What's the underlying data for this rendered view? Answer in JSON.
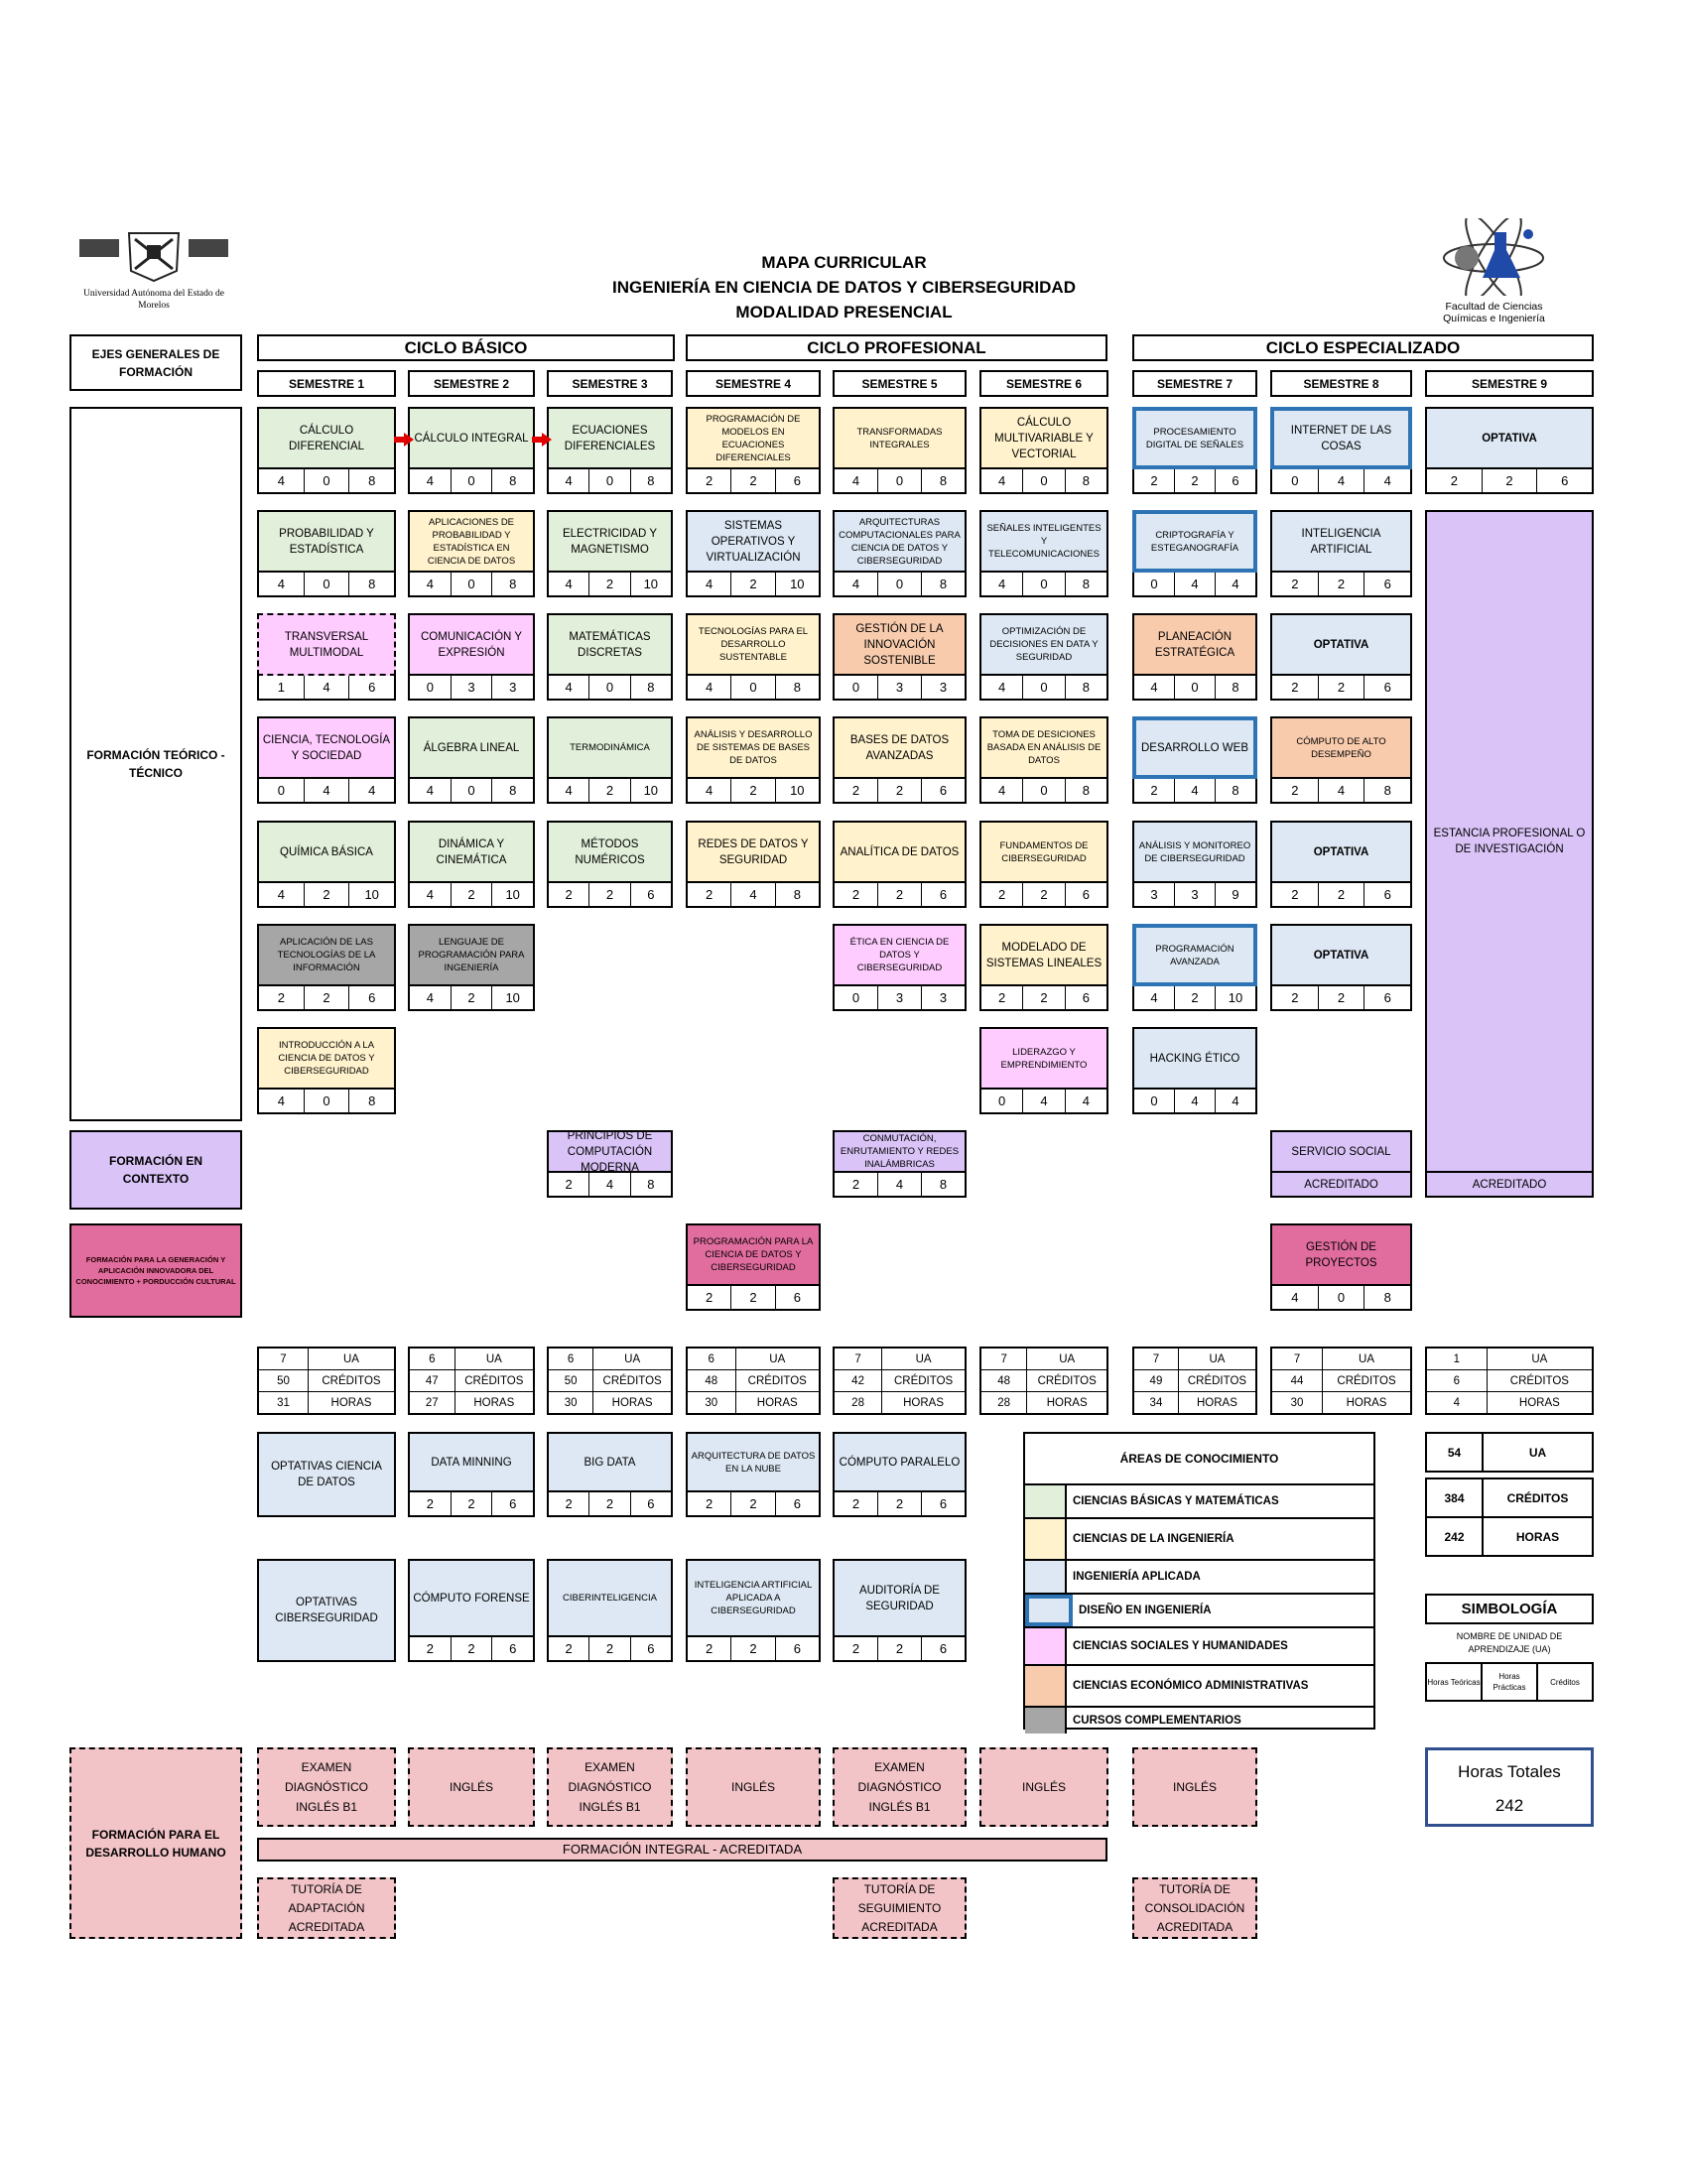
{
  "header": {
    "title1": "MAPA CURRICULAR",
    "title2": "INGENIERÍA EN CIENCIA DE DATOS Y CIBERSEGURIDAD",
    "title3": "MODALIDAD PRESENCIAL",
    "left_logo_text": "Universidad Autónoma del Estado de Morelos",
    "right_logo_text": "Facultad de Ciencias Químicas e Ingeniería"
  },
  "axes": {
    "ejes": "EJES GENERALES DE FORMACIÓN",
    "teorico": "FORMACIÓN TEÓRICO - TÉCNICO",
    "contexto": "FORMACIÓN EN CONTEXTO",
    "generacion": "FORMACIÓN PARA LA GENERACIÓN Y APLICACIÓN INNOVADORA DEL CONOCIMIENTO + PORDUCCIÓN CULTURAL",
    "humano": "FORMACIÓN PARA EL DESARROLLO HUMANO"
  },
  "cycles": {
    "basico": "CICLO BÁSICO",
    "profesional": "CICLO PROFESIONAL",
    "especializado": "CICLO ESPECIALIZADO"
  },
  "semesters": [
    "SEMESTRE 1",
    "SEMESTRE 2",
    "SEMESTRE 3",
    "SEMESTRE 4",
    "SEMESTRE 5",
    "SEMESTRE 6",
    "SEMESTRE 7",
    "SEMESTRE 8",
    "SEMESTRE 9"
  ],
  "colors": {
    "basicas": "#e2efda",
    "ingenieria": "#fff2cc",
    "aplicada": "#dde8f4",
    "diseno": "#2e74b5",
    "sociales": "#ffccff",
    "economico": "#f8cbad",
    "complementarios": "#a6a6a6",
    "contexto": "#d9c3f7",
    "generacion": "#e06d9e",
    "humano": "#f2c4c8"
  },
  "courses": {
    "s1": [
      {
        "name": "CÁLCULO DIFERENCIAL",
        "h": [
          "4",
          "0",
          "8"
        ]
      },
      {
        "name": "PROBABILIDAD Y ESTADÍSTICA",
        "h": [
          "4",
          "0",
          "8"
        ]
      },
      {
        "name": "TRANSVERSAL MULTIMODAL",
        "h": [
          "1",
          "4",
          "6"
        ]
      },
      {
        "name": "CIENCIA, TECNOLOGÍA Y SOCIEDAD",
        "h": [
          "0",
          "4",
          "4"
        ]
      },
      {
        "name": "QUÍMICA BÁSICA",
        "h": [
          "4",
          "2",
          "10"
        ]
      },
      {
        "name": "APLICACIÓN DE LAS TECNOLOGÍAS DE LA INFORMACIÓN",
        "h": [
          "2",
          "2",
          "6"
        ]
      },
      {
        "name": "INTRODUCCIÓN A LA CIENCIA DE DATOS Y CIBERSEGURIDAD",
        "h": [
          "4",
          "0",
          "8"
        ]
      }
    ],
    "s2": [
      {
        "name": "CÁLCULO INTEGRAL",
        "h": [
          "4",
          "0",
          "8"
        ]
      },
      {
        "name": "APLICACIONES DE PROBABILIDAD Y ESTADÍSTICA EN CIENCIA DE DATOS",
        "h": [
          "4",
          "0",
          "8"
        ]
      },
      {
        "name": "COMUNICACIÓN Y EXPRESIÓN",
        "h": [
          "0",
          "3",
          "3"
        ]
      },
      {
        "name": "ÁLGEBRA LINEAL",
        "h": [
          "4",
          "0",
          "8"
        ]
      },
      {
        "name": "DINÁMICA Y CINEMÁTICA",
        "h": [
          "4",
          "2",
          "10"
        ]
      },
      {
        "name": "LENGUAJE DE PROGRAMACIÓN PARA INGENIERÍA",
        "h": [
          "4",
          "2",
          "10"
        ]
      }
    ],
    "s3": [
      {
        "name": "ECUACIONES DIFERENCIALES",
        "h": [
          "4",
          "0",
          "8"
        ]
      },
      {
        "name": "ELECTRICIDAD Y MAGNETISMO",
        "h": [
          "4",
          "2",
          "10"
        ]
      },
      {
        "name": "MATEMÁTICAS DISCRETAS",
        "h": [
          "4",
          "0",
          "8"
        ]
      },
      {
        "name": "TERMODINÁMICA",
        "h": [
          "4",
          "2",
          "10"
        ]
      },
      {
        "name": "MÉTODOS NUMÉRICOS",
        "h": [
          "2",
          "2",
          "6"
        ]
      },
      {
        "name": "PRINCIPIOS DE COMPUTACIÓN MODERNA",
        "h": [
          "2",
          "4",
          "8"
        ]
      }
    ],
    "s4": [
      {
        "name": "PROGRAMACIÓN DE MODELOS EN ECUACIONES DIFERENCIALES",
        "h": [
          "2",
          "2",
          "6"
        ]
      },
      {
        "name": "SISTEMAS OPERATIVOS Y VIRTUALIZACIÓN",
        "h": [
          "4",
          "2",
          "10"
        ]
      },
      {
        "name": "TECNOLOGÍAS PARA EL DESARROLLO SUSTENTABLE",
        "h": [
          "4",
          "0",
          "8"
        ]
      },
      {
        "name": "ANÁLISIS Y DESARROLLO DE SISTEMAS DE BASES DE DATOS",
        "h": [
          "4",
          "2",
          "10"
        ]
      },
      {
        "name": "REDES DE DATOS Y SEGURIDAD",
        "h": [
          "2",
          "4",
          "8"
        ]
      },
      {
        "name": "PROGRAMACIÓN PARA LA CIENCIA DE DATOS Y CIBERSEGURIDAD",
        "h": [
          "2",
          "2",
          "6"
        ]
      }
    ],
    "s5": [
      {
        "name": "TRANSFORMADAS INTEGRALES",
        "h": [
          "4",
          "0",
          "8"
        ]
      },
      {
        "name": "ARQUITECTURAS COMPUTACIONALES PARA CIENCIA DE DATOS Y CIBERSEGURIDAD",
        "h": [
          "4",
          "0",
          "8"
        ]
      },
      {
        "name": "GESTIÓN DE LA INNOVACIÓN SOSTENIBLE",
        "h": [
          "0",
          "3",
          "3"
        ]
      },
      {
        "name": "BASES DE DATOS AVANZADAS",
        "h": [
          "2",
          "2",
          "6"
        ]
      },
      {
        "name": "ANALÍTICA DE DATOS",
        "h": [
          "2",
          "2",
          "6"
        ]
      },
      {
        "name": "ÉTICA EN CIENCIA DE DATOS Y CIBERSEGURIDAD",
        "h": [
          "0",
          "3",
          "3"
        ]
      },
      {
        "name": "CONMUTACIÓN, ENRUTAMIENTO Y REDES INALÁMBRICAS",
        "h": [
          "2",
          "4",
          "8"
        ]
      }
    ],
    "s6": [
      {
        "name": "CÁLCULO MULTIVARIABLE Y VECTORIAL",
        "h": [
          "4",
          "0",
          "8"
        ]
      },
      {
        "name": "SEÑALES INTELIGENTES Y TELECOMUNICACIONES",
        "h": [
          "4",
          "0",
          "8"
        ]
      },
      {
        "name": "OPTIMIZACIÓN DE DECISIONES EN DATA Y SEGURIDAD",
        "h": [
          "4",
          "0",
          "8"
        ]
      },
      {
        "name": "TOMA DE DESICIONES BASADA EN ANÁLISIS DE DATOS",
        "h": [
          "4",
          "0",
          "8"
        ]
      },
      {
        "name": "FUNDAMENTOS DE CIBERSEGURIDAD",
        "h": [
          "2",
          "2",
          "6"
        ]
      },
      {
        "name": "MODELADO DE SISTEMAS LINEALES",
        "h": [
          "2",
          "2",
          "6"
        ]
      },
      {
        "name": "LIDERAZGO Y EMPRENDIMIENTO",
        "h": [
          "0",
          "4",
          "4"
        ]
      }
    ],
    "s7": [
      {
        "name": "PROCESAMIENTO DIGITAL DE SEÑALES",
        "h": [
          "2",
          "2",
          "6"
        ]
      },
      {
        "name": "CRIPTOGRAFÍA Y ESTEGANOGRAFÍA",
        "h": [
          "0",
          "4",
          "4"
        ]
      },
      {
        "name": "PLANEACIÓN ESTRATÉGICA",
        "h": [
          "4",
          "0",
          "8"
        ]
      },
      {
        "name": "DESARROLLO WEB",
        "h": [
          "2",
          "4",
          "8"
        ]
      },
      {
        "name": "ANÁLISIS Y MONITOREO DE CIBERSEGURIDAD",
        "h": [
          "3",
          "3",
          "9"
        ]
      },
      {
        "name": "PROGRAMACIÓN AVANZADA",
        "h": [
          "4",
          "2",
          "10"
        ]
      },
      {
        "name": "HACKING ÉTICO",
        "h": [
          "0",
          "4",
          "4"
        ]
      }
    ],
    "s8": [
      {
        "name": "INTERNET DE LAS COSAS",
        "h": [
          "0",
          "4",
          "4"
        ]
      },
      {
        "name": "INTELIGENCIA ARTIFICIAL",
        "h": [
          "2",
          "2",
          "6"
        ]
      },
      {
        "name": "OPTATIVA",
        "h": [
          "2",
          "2",
          "6"
        ]
      },
      {
        "name": "CÓMPUTO DE ALTO DESEMPEÑO",
        "h": [
          "2",
          "4",
          "8"
        ]
      },
      {
        "name": "OPTATIVA",
        "h": [
          "2",
          "2",
          "6"
        ]
      },
      {
        "name": "OPTATIVA",
        "h": [
          "2",
          "2",
          "6"
        ]
      },
      {
        "name": "SERVICIO SOCIAL",
        "acr": "ACREDITADO"
      },
      {
        "name": "GESTIÓN DE PROYECTOS",
        "h": [
          "4",
          "0",
          "8"
        ]
      }
    ],
    "s9": [
      {
        "name": "OPTATIVA",
        "h": [
          "2",
          "2",
          "6"
        ]
      },
      {
        "name": "ESTANCIA PROFESIONAL O DE INVESTIGACIÓN",
        "acr": "ACREDITADO"
      }
    ]
  },
  "totals": [
    {
      "ua": "7",
      "cr": "50",
      "hr": "31"
    },
    {
      "ua": "6",
      "cr": "47",
      "hr": "27"
    },
    {
      "ua": "6",
      "cr": "50",
      "hr": "30"
    },
    {
      "ua": "6",
      "cr": "48",
      "hr": "30"
    },
    {
      "ua": "7",
      "cr": "42",
      "hr": "28"
    },
    {
      "ua": "7",
      "cr": "48",
      "hr": "28"
    },
    {
      "ua": "7",
      "cr": "49",
      "hr": "34"
    },
    {
      "ua": "7",
      "cr": "44",
      "hr": "30"
    },
    {
      "ua": "1",
      "cr": "6",
      "hr": "4"
    }
  ],
  "totals_labels": {
    "ua": "UA",
    "cr": "CRÉDITOS",
    "hr": "HORAS"
  },
  "electives": {
    "ciencia_label": "OPTATIVAS CIENCIA DE DATOS",
    "ciber_label": "OPTATIVAS CIBERSEGURIDAD",
    "ciencia": [
      {
        "name": "DATA MINNING",
        "h": [
          "2",
          "2",
          "6"
        ]
      },
      {
        "name": "BIG DATA",
        "h": [
          "2",
          "2",
          "6"
        ]
      },
      {
        "name": "ARQUITECTURA DE DATOS EN LA NUBE",
        "h": [
          "2",
          "2",
          "6"
        ]
      },
      {
        "name": "CÓMPUTO PARALELO",
        "h": [
          "2",
          "2",
          "6"
        ]
      }
    ],
    "ciber": [
      {
        "name": "CÓMPUTO FORENSE",
        "h": [
          "2",
          "2",
          "6"
        ]
      },
      {
        "name": "CIBERINTELIGENCIA",
        "h": [
          "2",
          "2",
          "6"
        ]
      },
      {
        "name": "INTELIGENCIA ARTIFICIAL APLICADA A CIBERSEGURIDAD",
        "h": [
          "2",
          "2",
          "6"
        ]
      },
      {
        "name": "AUDITORÍA DE SEGURIDAD",
        "h": [
          "2",
          "2",
          "6"
        ]
      }
    ]
  },
  "areas": {
    "title": "ÁREAS DE CONOCIMIENTO",
    "items": [
      "CIENCIAS BÁSICAS Y MATEMÁTICAS",
      "CIENCIAS DE LA INGENIERÍA",
      "INGENIERÍA APLICADA",
      "DISEÑO EN INGENIERÍA",
      "CIENCIAS SOCIALES Y HUMANIDADES",
      "CIENCIAS ECONÓMICO ADMINISTRATIVAS",
      "CURSOS COMPLEMENTARIOS"
    ]
  },
  "summary": [
    {
      "v": "54",
      "l": "UA"
    },
    {
      "v": "384",
      "l": "CRÉDITOS"
    },
    {
      "v": "242",
      "l": "HORAS"
    }
  ],
  "simbologia": {
    "title": "SIMBOLOGÍA",
    "name": "NOMBRE DE UNIDAD DE APRENDIZAJE (UA)",
    "teo": "Horas Teóricas",
    "pra": "Horas Prácticas",
    "cre": "Créditos"
  },
  "horas_totales": {
    "label": "Horas Totales",
    "value": "242"
  },
  "humano": {
    "row1": [
      "EXAMEN DIAGNÓSTICO INGLÉS B1",
      "INGLÉS",
      "EXAMEN DIAGNÓSTICO INGLÉS B1",
      "INGLÉS",
      "EXAMEN DIAGNÓSTICO INGLÉS B1",
      "INGLÉS",
      "INGLÉS"
    ],
    "integral": "FORMACIÓN INTEGRAL - ACREDITADA",
    "tut1": "TUTORÍA DE ADAPTACIÓN ACREDITADA",
    "tut2": "TUTORÍA DE SEGUIMIENTO ACREDITADA",
    "tut3": "TUTORÍA DE CONSOLIDACIÓN ACREDITADA"
  }
}
